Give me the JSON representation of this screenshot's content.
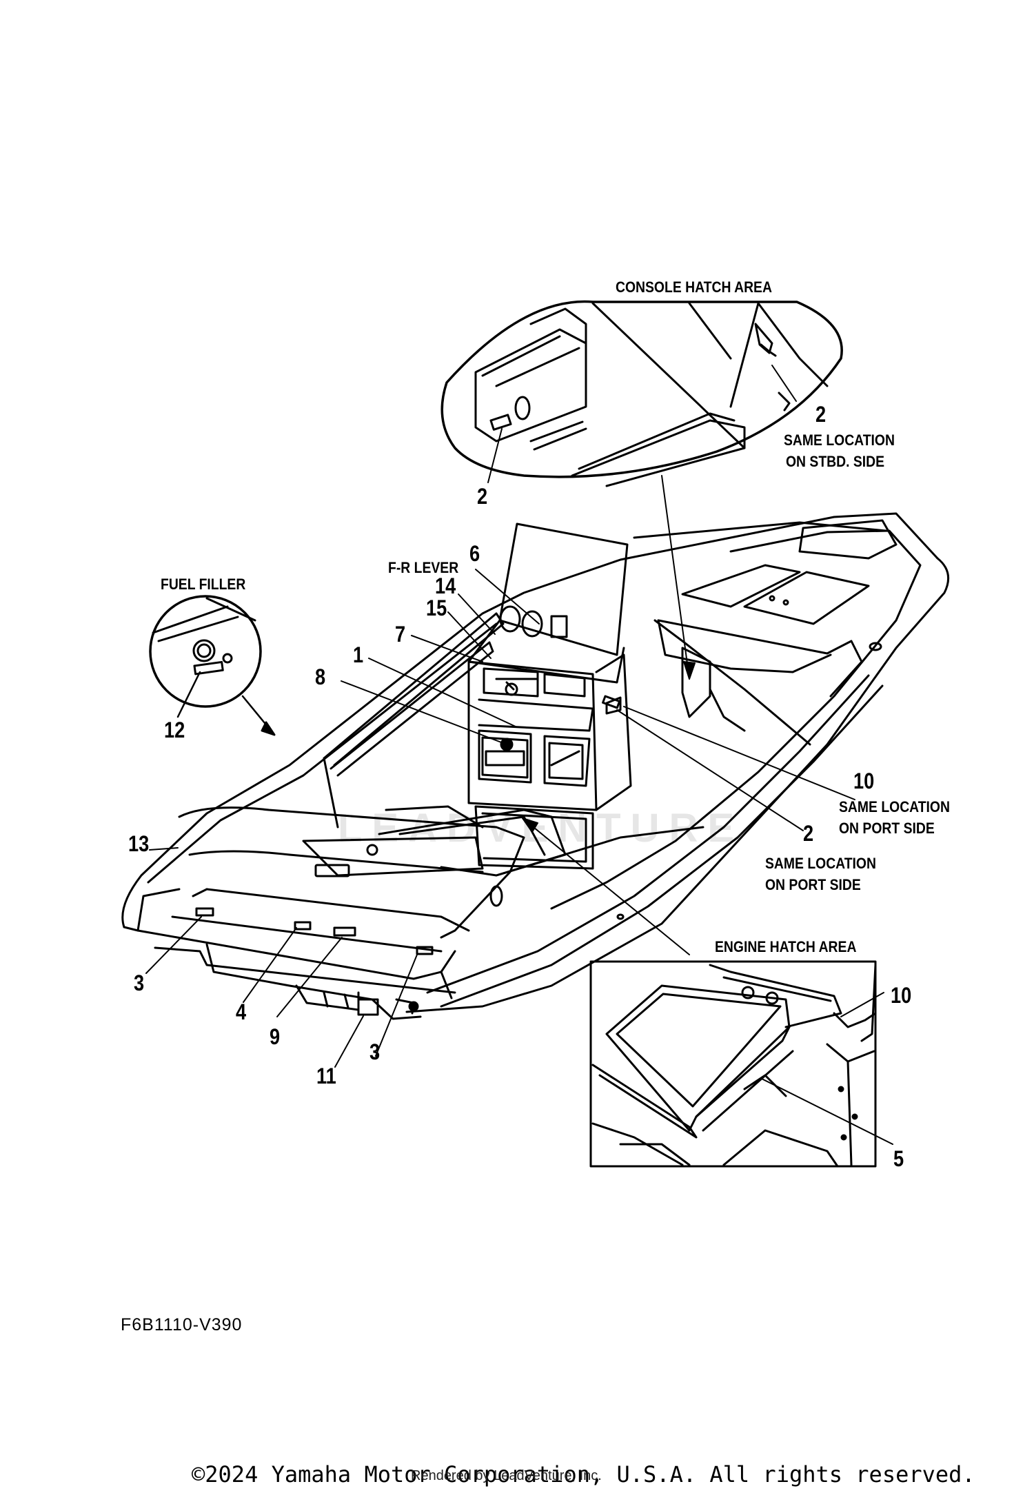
{
  "headings": {
    "console_hatch": "CONSOLE HATCH AREA",
    "fuel_filler": "FUEL FILLER",
    "fr_lever": "F-R LEVER",
    "engine_hatch": "ENGINE HATCH AREA"
  },
  "notes": {
    "stbd_line1": "SAME LOCATION",
    "stbd_line2": "ON STBD. SIDE",
    "port_a_line1": "SAME LOCATION",
    "port_a_line2": "ON PORT SIDE",
    "port_b_line1": "SAME LOCATION",
    "port_b_line2": "ON PORT SIDE"
  },
  "callouts": {
    "c2_console_right": "2",
    "c2_console_left": "2",
    "c2_hull": "2",
    "c6": "6",
    "c14": "14",
    "c15": "15",
    "c7": "7",
    "c1": "1",
    "c8": "8",
    "c12": "12",
    "c13": "13",
    "c10_hull": "10",
    "c10_engine": "10",
    "c5": "5",
    "c3_left": "3",
    "c3_right": "3",
    "c4": "4",
    "c9": "9",
    "c11": "11"
  },
  "watermark": "LEADVENTURE",
  "diagram_code": "F6B1110-V390",
  "copyright": "©2024 Yamaha Motor Corporation, U.S.A. All rights reserved.",
  "rendered_by": "Rendered by LeadVenture, Inc."
}
